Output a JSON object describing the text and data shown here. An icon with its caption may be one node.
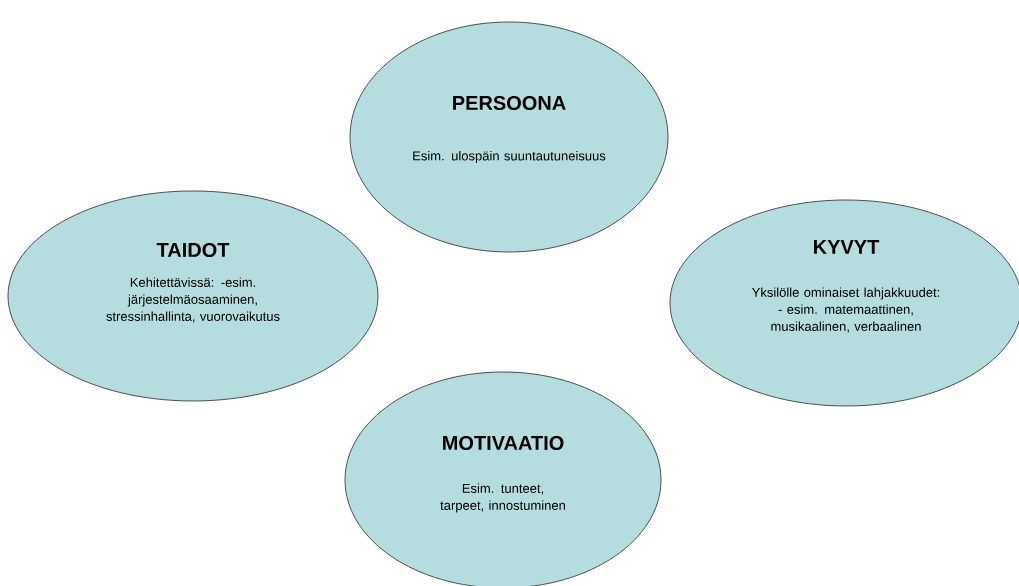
{
  "diagram": {
    "nodes": [
      {
        "text": [
          "PERSOONA",
          "Esim. ulospäin suuntautuneisuus"
        ]
      },
      {
        "text": [
          "TAIDOT",
          "Kehitettävissä: -esim. järjestelmäosaaminen, stressinhallinta, vuorovaikutus"
        ]
      },
      {
        "text": [
          "KYVYT",
          "Yksilölle ominaiset lahjakkuudet: - esim. matemaattinen, musikaalinen, verbaalinen"
        ]
      },
      {
        "text": [
          "MOTIVAATIO",
          "Esim. tunteet, tarpeet, innostuminen"
        ]
      }
    ],
    "edges": []
  }
}
